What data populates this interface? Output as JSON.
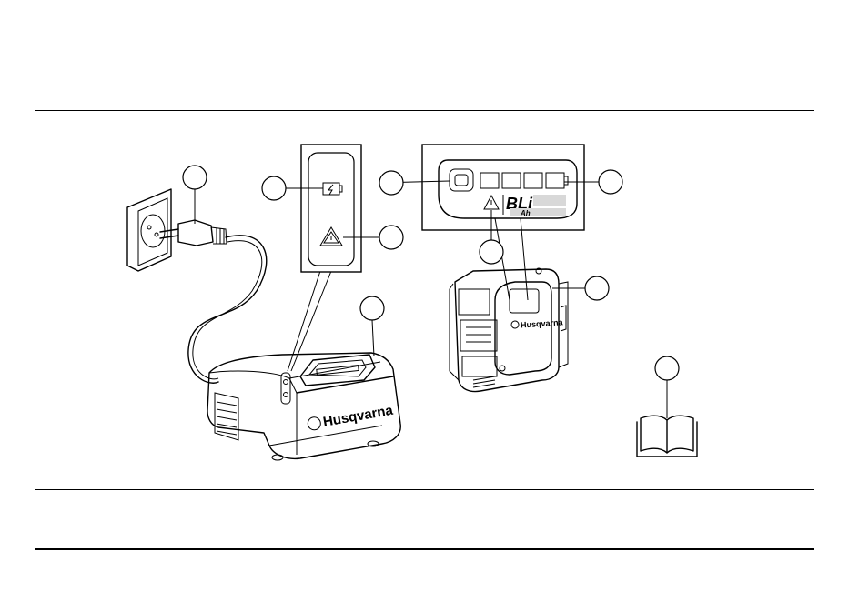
{
  "diagram": {
    "charger_brand": "Husqvarna",
    "battery_brand": "Husqvarna",
    "battery_model": "BLi",
    "battery_model_sub": "Ah",
    "callouts": [
      "",
      "",
      "",
      "",
      "",
      "",
      "",
      "",
      ""
    ]
  }
}
